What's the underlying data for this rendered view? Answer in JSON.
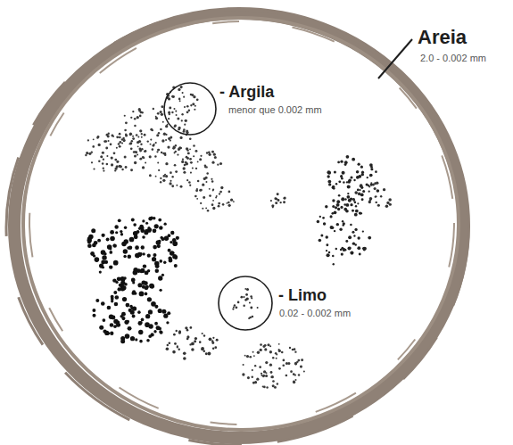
{
  "diagram": {
    "labels": [
      "Areia",
      "2.0 - 0.002 mm",
      "- Argila",
      "menor que 0.002 mm",
      "- Limo",
      "0.02 - 0.002 mm"
    ]
  }
}
